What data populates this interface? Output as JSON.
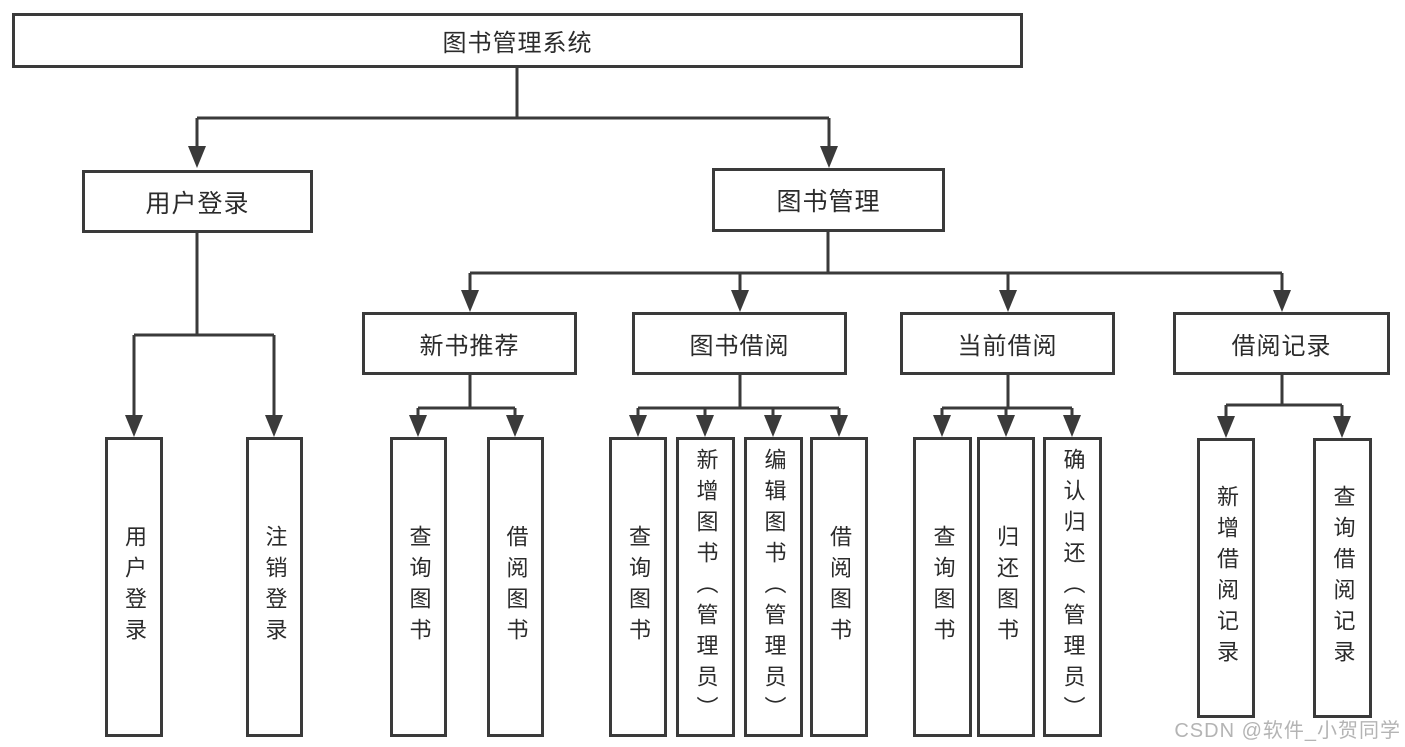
{
  "tree": {
    "label": "图书管理系统",
    "children": [
      {
        "label": "用户登录",
        "children": [
          {
            "label": "用户登录"
          },
          {
            "label": "注销登录"
          }
        ]
      },
      {
        "label": "图书管理",
        "children": [
          {
            "label": "新书推荐",
            "children": [
              {
                "label": "查询图书"
              },
              {
                "label": "借阅图书"
              }
            ]
          },
          {
            "label": "图书借阅",
            "children": [
              {
                "label": "查询图书"
              },
              {
                "label": "新增图书（管理员）"
              },
              {
                "label": "编辑图书（管理员）"
              },
              {
                "label": "借阅图书"
              }
            ]
          },
          {
            "label": "当前借阅",
            "children": [
              {
                "label": "查询图书"
              },
              {
                "label": "归还图书"
              },
              {
                "label": "确认归还（管理员）"
              }
            ]
          },
          {
            "label": "借阅记录",
            "children": [
              {
                "label": "新增借阅记录"
              },
              {
                "label": "查询借阅记录"
              }
            ]
          }
        ]
      }
    ]
  },
  "watermark": {
    "text": "CSDN @软件_小贺同学"
  },
  "colors": {
    "line": "#3a3a3a",
    "text": "#2b2b2b",
    "watermark": "#b4b4b4",
    "background": "#ffffff"
  }
}
